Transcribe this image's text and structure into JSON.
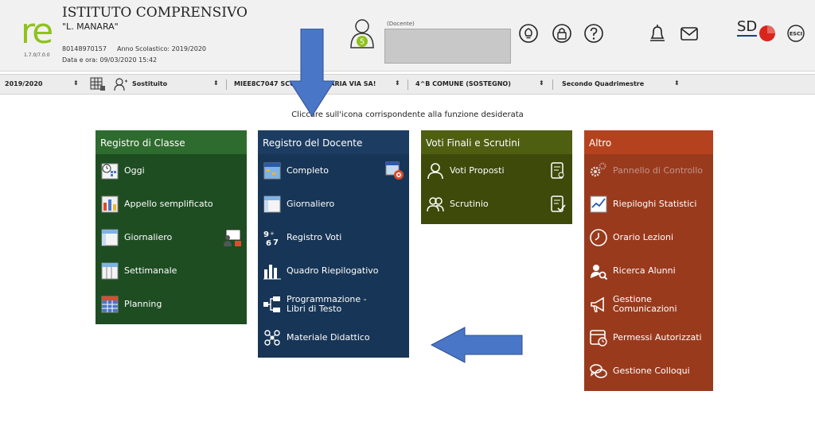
{
  "header": {
    "logo": "re",
    "version": "1.7.0/7.0.0",
    "school_title": "ISTITUTO COMPRENSIVO",
    "school_name": "\"L. MANARA\"",
    "school_code": "80148970157",
    "school_year": "Anno Scolastico: 2019/2020",
    "datetime": "Data e ora: 09/03/2020 15:42",
    "user_badge": "5",
    "user_role": "(Docente)",
    "sd_logo": "SD",
    "exit_label": "ESCI"
  },
  "toolbar": {
    "year": "2019/2020",
    "substitute": "Sostituito",
    "school": "MIEE8C7047 SCUOLA PRIMARIA VIA SA!",
    "class": "4^B COMUNE (SOSTEGNO)",
    "period": "Secondo Quadrimestre"
  },
  "instruction": "Cliccare sull'icona corrispondente alla funzione desiderata",
  "panels": {
    "registro_classe": {
      "title": "Registro di Classe",
      "items": [
        "Oggi",
        "Appello semplificato",
        "Giornaliero",
        "Settimanale",
        "Planning"
      ]
    },
    "registro_docente": {
      "title": "Registro del Docente",
      "items": [
        "Completo",
        "Giornaliero",
        "Registro Voti",
        "Quadro Riepilogativo",
        "Programmazione -",
        "Libri di Testo",
        "Materiale Didattico"
      ]
    },
    "voti_finali": {
      "title": "Voti Finali e Scrutini",
      "items": [
        "Voti Proposti",
        "Scrutinio"
      ]
    },
    "altro": {
      "title": "Altro",
      "items": [
        "Pannello di Controllo",
        "Riepiloghi Statistici",
        "Orario Lezioni",
        "Ricerca Alunni",
        "Gestione",
        "Comunicazioni",
        "Permessi Autorizzati",
        "Gestione Colloqui"
      ]
    }
  },
  "colors": {
    "green": "#1e4d22",
    "blue": "#173556",
    "olive": "#3d4a0a",
    "rust": "#9a3a1d",
    "arrow": "#4a76c7",
    "logo": "#8fc21b"
  }
}
